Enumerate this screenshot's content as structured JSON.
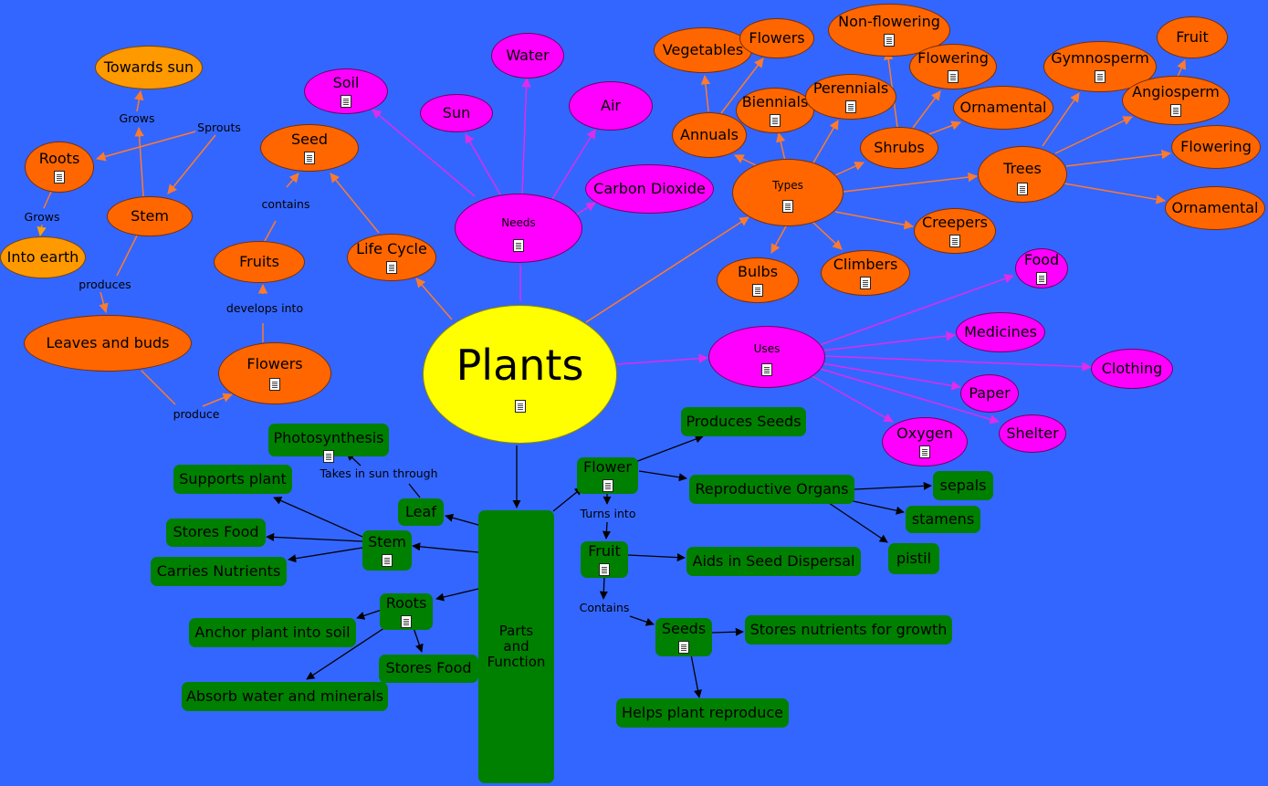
{
  "central": {
    "label": "Plants"
  },
  "sections": {
    "needs": {
      "label": "Needs",
      "items": [
        "Soil",
        "Water",
        "Sun",
        "Air",
        "Carbon Dioxide"
      ]
    },
    "types": {
      "label": "Types",
      "items": [
        "Annuals",
        "Biennials",
        "Perennials",
        "Shrubs",
        "Trees",
        "Creepers",
        "Climbers",
        "Bulbs"
      ]
    },
    "uses": {
      "label": "Uses",
      "items": [
        "Food",
        "Medicines",
        "Clothing",
        "Paper",
        "Shelter",
        "Oxygen"
      ]
    },
    "life_cycle": {
      "label": "Life Cycle",
      "items": [
        "Seed",
        "Fruits",
        "Flowers",
        "Leaves and buds",
        "Stem",
        "Roots",
        "Towards sun",
        "Into earth"
      ]
    },
    "parts": {
      "label": "Parts and Function",
      "items": [
        "Leaf",
        "Stem",
        "Roots",
        "Flower",
        "Fruit",
        "Seeds"
      ]
    }
  },
  "nodes": {
    "plants": "Plants",
    "needs": "Needs",
    "soil": "Soil",
    "water": "Water",
    "sun": "Sun",
    "air": "Air",
    "co2": "Carbon Dioxide",
    "types": "Types",
    "annuals": "Annuals",
    "vegetables": "Vegetables",
    "flowers_t": "Flowers",
    "biennials": "Biennials",
    "perennials": "Perennials",
    "shrubs": "Shrubs",
    "nonflowering": "Non-flowering",
    "flowering_s": "Flowering",
    "ornamental_s": "Ornamental",
    "trees": "Trees",
    "gymnosperm": "Gymnosperm",
    "angiosperm": "Angiosperm",
    "fruit_t": "Fruit",
    "flowering_t": "Flowering",
    "ornamental_t": "Ornamental",
    "creepers": "Creepers",
    "climbers": "Climbers",
    "bulbs": "Bulbs",
    "uses": "Uses",
    "food": "Food",
    "medicines": "Medicines",
    "clothing": "Clothing",
    "paper": "Paper",
    "shelter": "Shelter",
    "oxygen": "Oxygen",
    "lifecycle": "Life Cycle",
    "seed": "Seed",
    "fruits": "Fruits",
    "flowers_lc": "Flowers",
    "leaves": "Leaves and buds",
    "stem_lc": "Stem",
    "roots_lc": "Roots",
    "towards_sun": "Towards sun",
    "into_earth": "Into earth",
    "parts": "Parts and Function",
    "photosynthesis": "Photosynthesis",
    "supports": "Supports plant",
    "leaf": "Leaf",
    "stem_p": "Stem",
    "stores_food_1": "Stores Food",
    "carries": "Carries Nutrients",
    "roots_p": "Roots",
    "anchor": "Anchor plant into soil",
    "stores_food_2": "Stores Food",
    "absorb": "Absorb water and minerals",
    "flower_p": "Flower",
    "produces_seeds": "Produces Seeds",
    "repro": "Reproductive Organs",
    "sepals": "sepals",
    "stamens": "stamens",
    "pistil": "pistil",
    "fruit_p": "Fruit",
    "dispersal": "Aids in Seed Dispersal",
    "seeds_p": "Seeds",
    "stores_nutrients": "Stores nutrients for growth",
    "helps": "Helps plant reproduce"
  },
  "link_labels": {
    "sprouts": "Sprouts",
    "grows_up": "Grows",
    "grows_down": "Grows",
    "produces": "produces",
    "contains_lc": "contains",
    "develops": "develops into",
    "produce": "produce",
    "takes_in": "Takes in sun through",
    "turns_into": "Turns into",
    "contains_p": "Contains"
  },
  "colors": {
    "background": "#3366ff",
    "central": "#ffff00",
    "orange": "#ff6600",
    "pale_orange": "#ff9900",
    "magenta": "#ff00ff",
    "green": "#008000",
    "orange_link": "#ff7a2a",
    "magenta_link": "#e02bea",
    "dark_link": "#000000",
    "gold_link": "#ffa200"
  },
  "icons": {
    "note": "document-icon"
  }
}
